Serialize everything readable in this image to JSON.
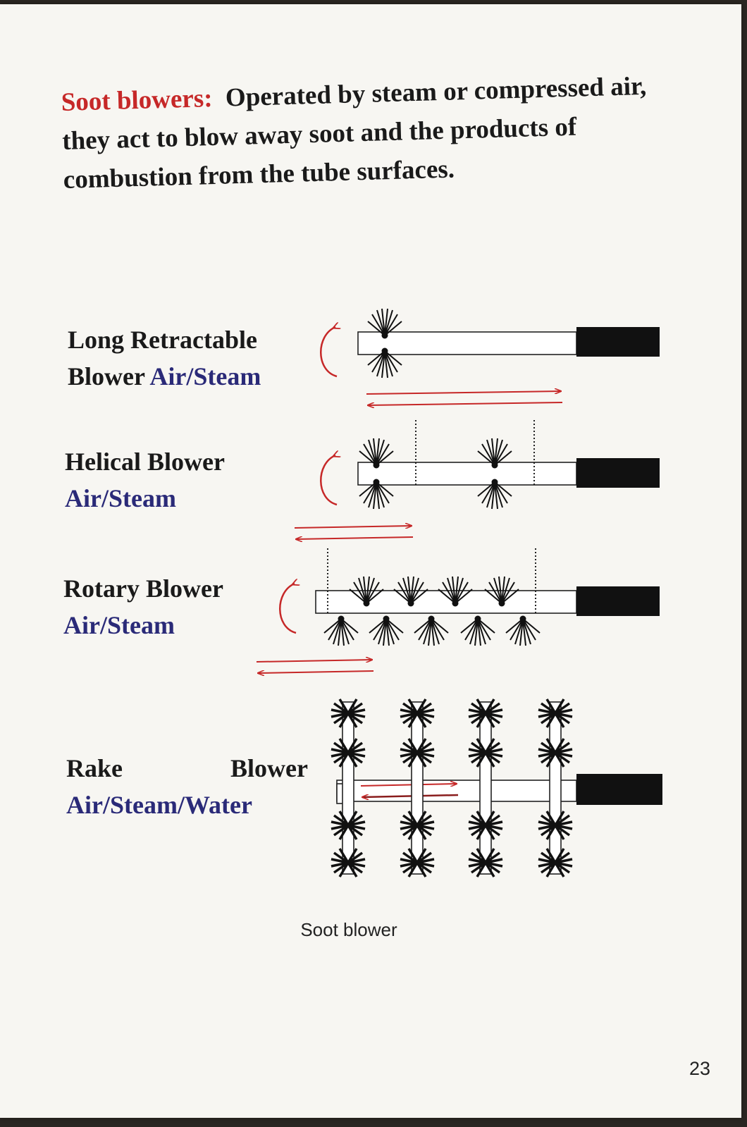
{
  "intro": {
    "term": "Soot blowers:",
    "text": "Operated by steam or compressed air, they act to blow away soot and the products of combustion from the tube surfaces."
  },
  "blowers": [
    {
      "name": "Long Retractable",
      "name2": "Blower",
      "medium": "Air/Steam"
    },
    {
      "name": "Helical Blower",
      "medium": "Air/Steam"
    },
    {
      "name": "Rotary Blower",
      "medium": "Air/Steam"
    },
    {
      "name": "Rake",
      "name2": "Blower",
      "medium": "Air/Steam/Water"
    }
  ],
  "caption": "Soot blower",
  "page_number": "23",
  "colors": {
    "accent_red": "#c62828",
    "medium_blue": "#2a2a78",
    "ink": "#1a1a1a"
  },
  "icons": [
    "rotation-arrow-icon",
    "spray-nozzle-icon",
    "motor-block-icon",
    "travel-arrows-icon"
  ]
}
